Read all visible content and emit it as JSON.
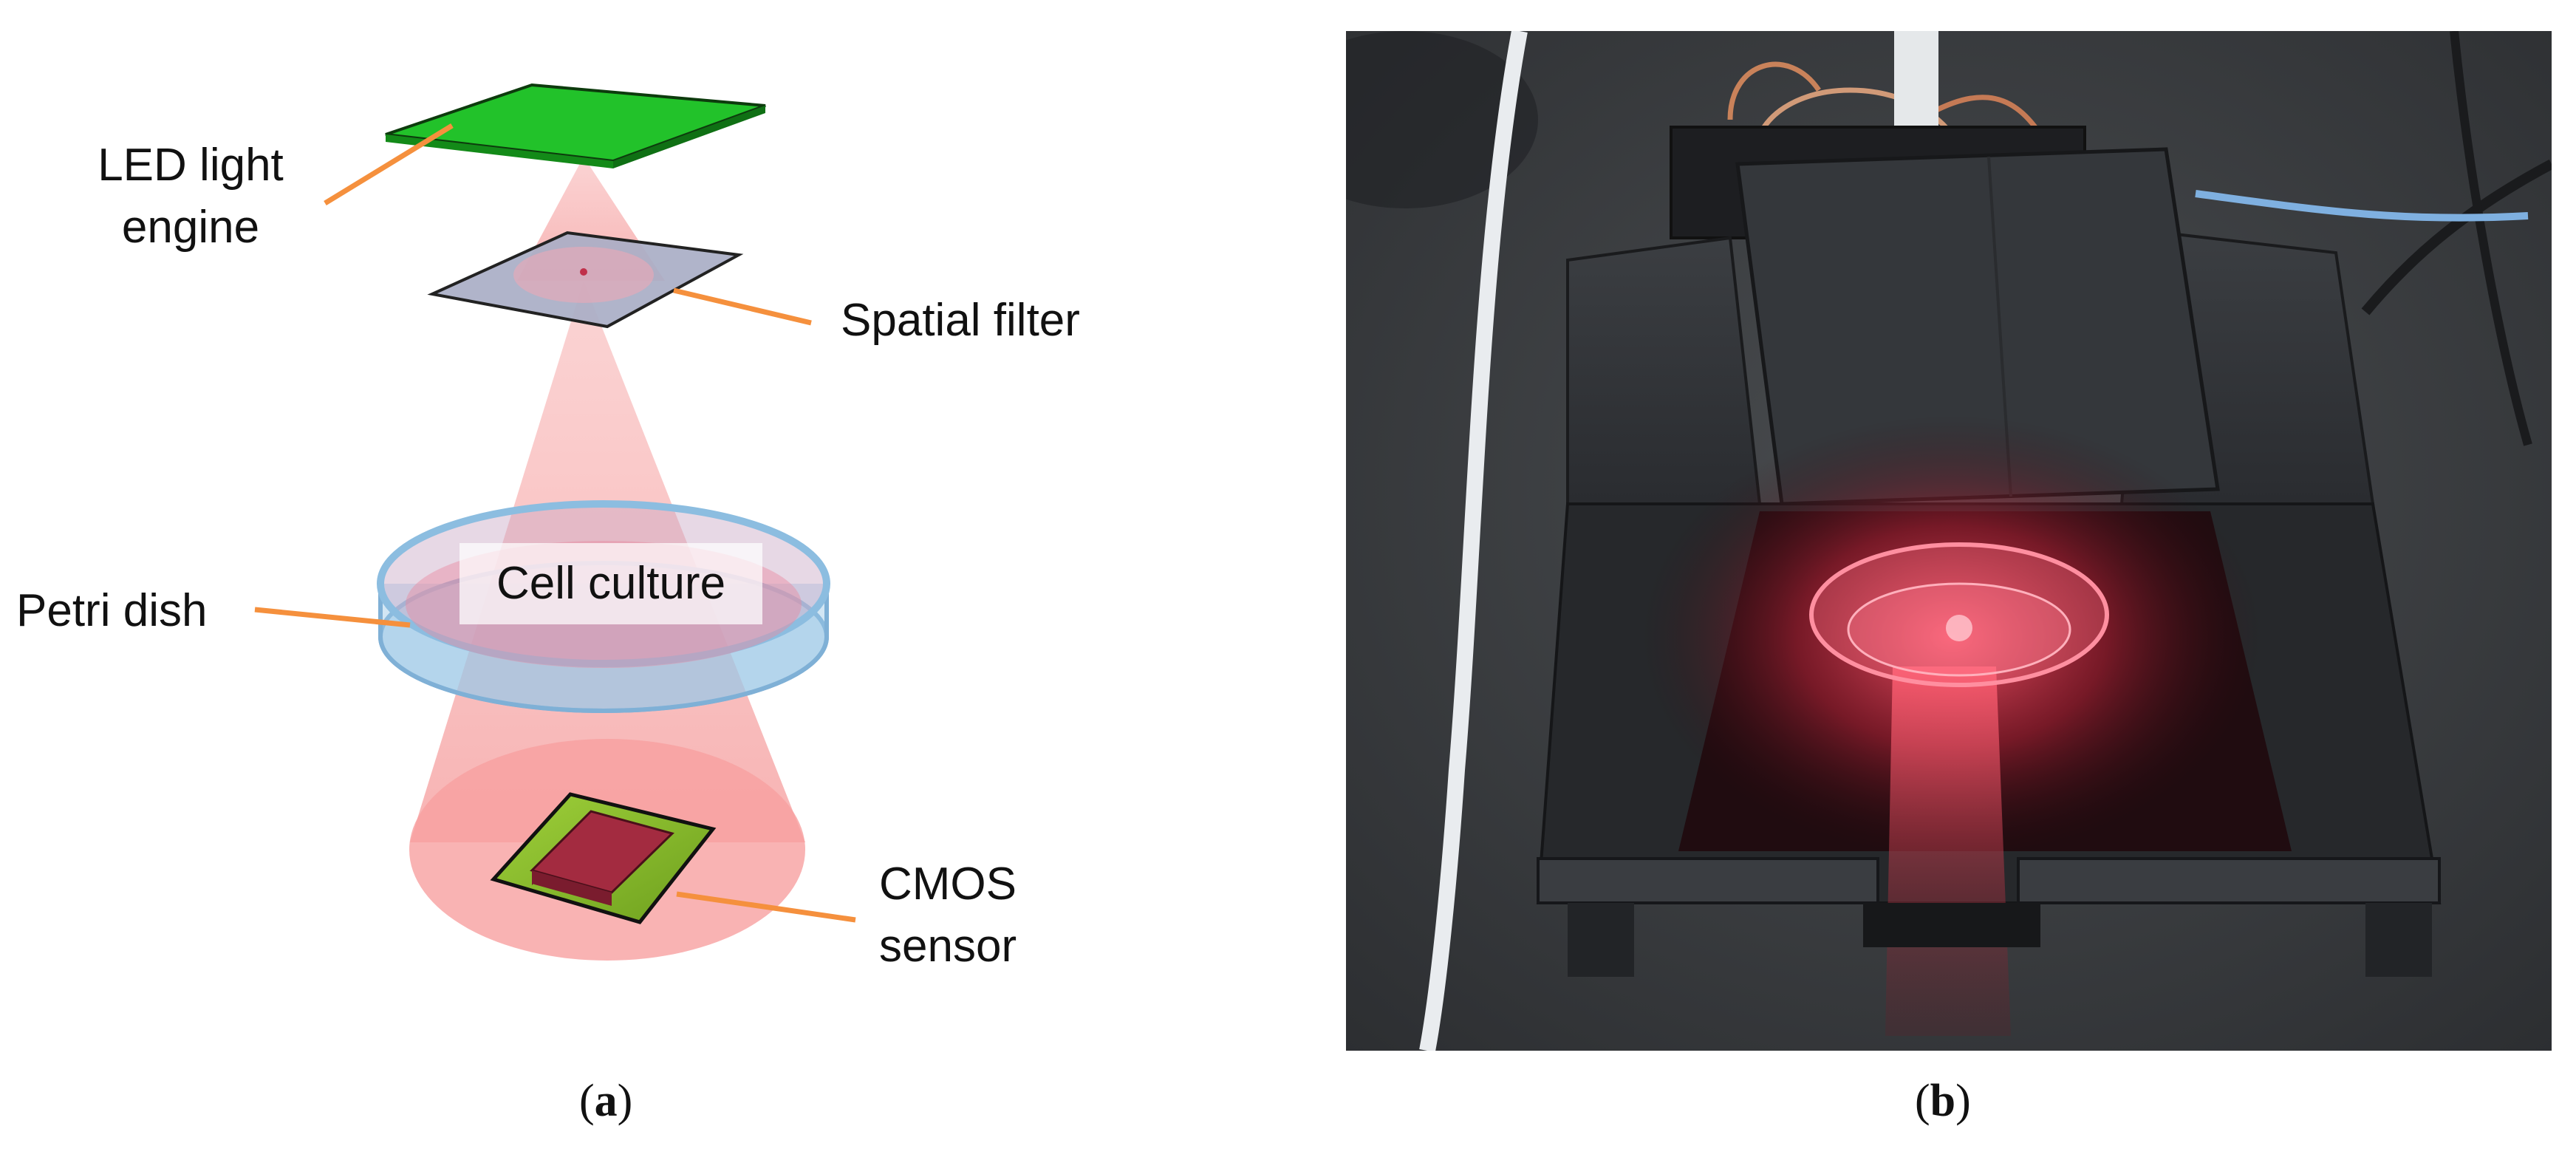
{
  "panel_a": {
    "labels": {
      "led_line1": "LED light",
      "led_line2": "engine",
      "spatial_filter": "Spatial filter",
      "petri_dish": "Petri dish",
      "cell_culture": "Cell culture",
      "cmos_line1": "CMOS",
      "cmos_line2": "sensor"
    },
    "caption_open": "(",
    "caption_letter": "a",
    "caption_close": ")"
  },
  "panel_b": {
    "caption_open": "(",
    "caption_letter": "b",
    "caption_close": ")"
  },
  "colors": {
    "led_green": "#22c22a",
    "light_cone": "#f7a8a8",
    "filter_gray": "#a9aec6",
    "dish_blue": "#9cc8e6",
    "sensor_board": "#7fb82a",
    "sensor_chip": "#a32b40",
    "leader_orange": "#f5903d"
  }
}
